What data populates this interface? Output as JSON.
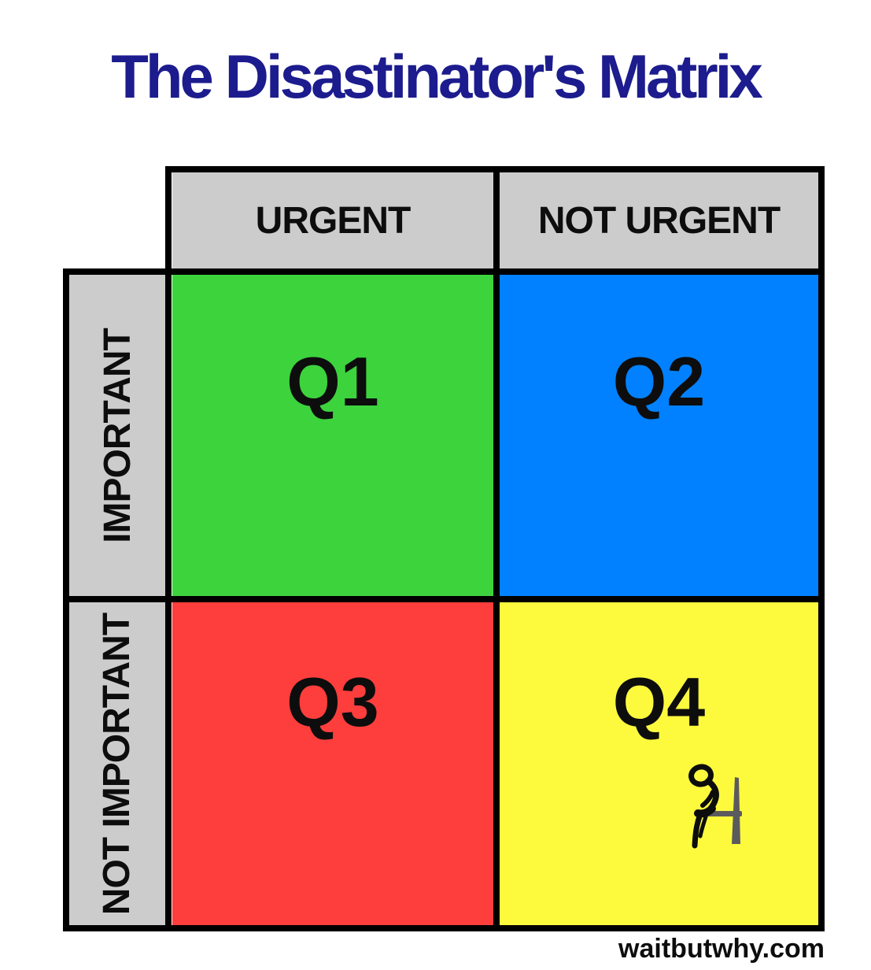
{
  "page": {
    "title": "The Disastinator's Matrix",
    "watermark": "waitbutwhy.com"
  },
  "matrix": {
    "column_headers": [
      {
        "label": "URGENT"
      },
      {
        "label": "NOT URGENT"
      }
    ],
    "row_headers": [
      {
        "label": "IMPORTANT"
      },
      {
        "label": "NOT IMPORTANT"
      }
    ],
    "quadrants": [
      {
        "id": "Q1",
        "label": "Q1",
        "column": "URGENT",
        "row": "IMPORTANT",
        "color": "#3dd33d"
      },
      {
        "id": "Q2",
        "label": "Q2",
        "column": "NOT URGENT",
        "row": "IMPORTANT",
        "color": "#0181ff"
      },
      {
        "id": "Q3",
        "label": "Q3",
        "column": "URGENT",
        "row": "NOT IMPORTANT",
        "color": "#fd3e3c"
      },
      {
        "id": "Q4",
        "label": "Q4",
        "column": "NOT URGENT",
        "row": "NOT IMPORTANT",
        "color": "#fdfa3e",
        "icon": "procrastinator-sitting-on-chair-icon"
      }
    ]
  },
  "colors": {
    "background": "#ffffff",
    "title-navy": "#1c1c8e",
    "header-gray": "#cccccc",
    "grid-black": "#000000",
    "q1-green": "#3dd33d",
    "q2-blue": "#0181ff",
    "q3-red": "#fd3e3c",
    "q4-yellow": "#fdfa3e",
    "chair-gray": "#5b5b5e",
    "figure-black": "#0d0d0d"
  }
}
